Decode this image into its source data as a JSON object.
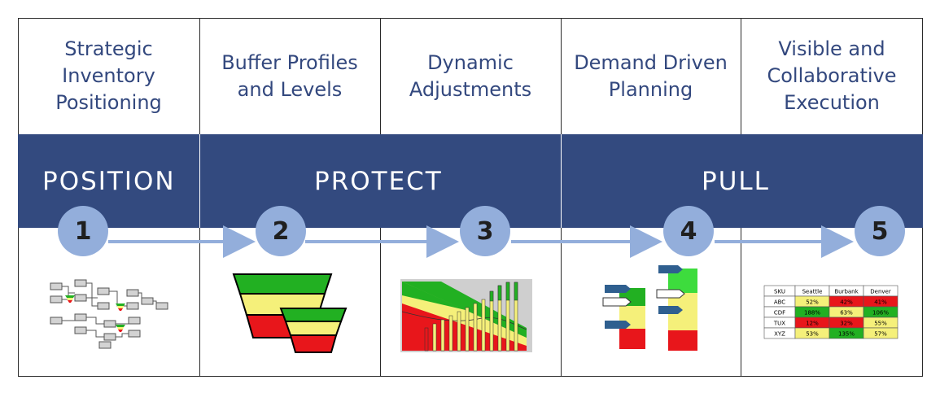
{
  "steps": [
    {
      "num": "1",
      "title": "Strategic\nInventory\nPositioning",
      "icon": "network-diagram-icon"
    },
    {
      "num": "2",
      "title": "Buffer Profiles\nand Levels",
      "icon": "buffer-funnels-icon"
    },
    {
      "num": "3",
      "title": "Dynamic\nAdjustments",
      "icon": "dynamic-buffer-chart-icon"
    },
    {
      "num": "4",
      "title": "Demand Driven\nPlanning",
      "icon": "planning-buffers-icon"
    },
    {
      "num": "5",
      "title": "Visible and\nCollaborative\nExecution",
      "icon": "execution-table-icon"
    }
  ],
  "phases": {
    "position": "POSITION",
    "protect": "PROTECT",
    "pull": "PULL"
  },
  "table": {
    "headers": [
      "SKU",
      "Seattle",
      "Burbank",
      "Denver"
    ],
    "rows": [
      [
        "ABC",
        "52%",
        "42%",
        "41%"
      ],
      [
        "CDF",
        "188%",
        "63%",
        "106%"
      ],
      [
        "TUX",
        "12%",
        "32%",
        "55%"
      ],
      [
        "XYZ",
        "53%",
        "135%",
        "57%"
      ]
    ]
  },
  "colors": {
    "band": "#334a7f",
    "circle": "#93aedb",
    "title": "#33487e",
    "green": "#22b022",
    "yellow": "#f5f07a",
    "red": "#e8161b"
  }
}
